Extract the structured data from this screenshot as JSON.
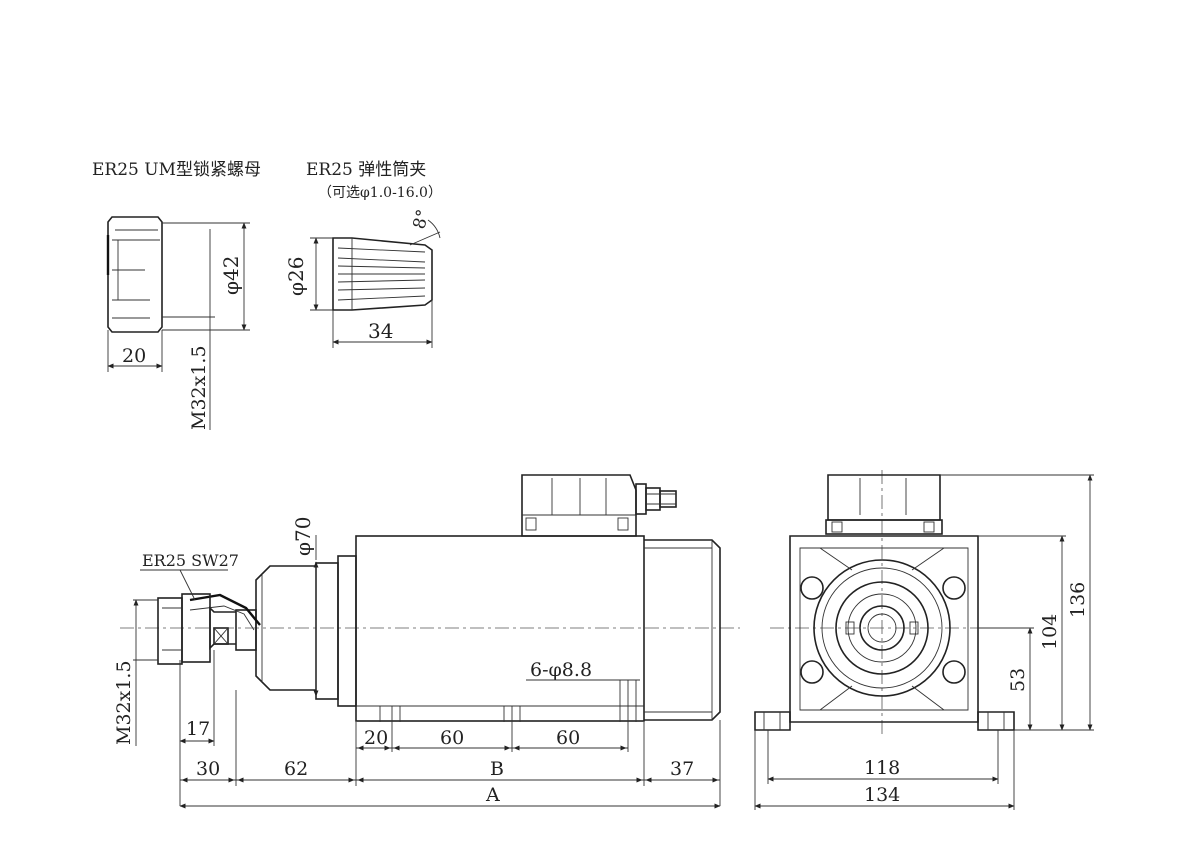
{
  "labels": {
    "nut_title": "ER25 UM型锁紧螺母",
    "collet_title": "ER25  弹性筒夹",
    "collet_sub": "（可选φ1.0-16.0）",
    "collet_angle": "8°",
    "nut_dia": "φ42",
    "nut_width": "20",
    "nut_thread": "M32x1.5",
    "collet_dia": "φ26",
    "collet_len": "34",
    "spindle_dia": "φ70",
    "er_sw": "ER25  SW27",
    "holes": "6-φ8.8",
    "main_thread": "M32x1.5",
    "dim_17": "17",
    "dim_30": "30",
    "dim_62": "62",
    "dim_B": "B",
    "dim_37": "37",
    "dim_A": "A",
    "dim_20": "20",
    "dim_60a": "60",
    "dim_60b": "60",
    "dim_118": "118",
    "dim_134": "134",
    "dim_53": "53",
    "dim_104": "104",
    "dim_136": "136"
  }
}
